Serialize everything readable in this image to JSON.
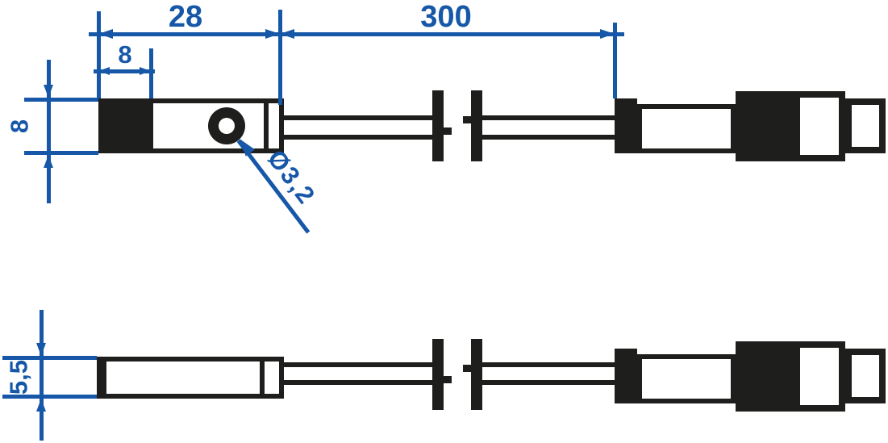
{
  "drawing": {
    "type": "technical-dimension-drawing",
    "subject": "rectangular sensor head with cable and circular quick-connect plug, two orthographic views with cable break marks",
    "colors": {
      "dimension": "#1657a8",
      "line": "#1e1e1c",
      "background": "#ffffff"
    },
    "views": {
      "side_view": {
        "dims": {
          "overall_length": "28",
          "cable_length": "300",
          "face_length": "8",
          "body_height": "8",
          "hole_diameter": "Ø3,2"
        }
      },
      "top_view": {
        "dims": {
          "body_width": "5,5"
        }
      }
    }
  }
}
